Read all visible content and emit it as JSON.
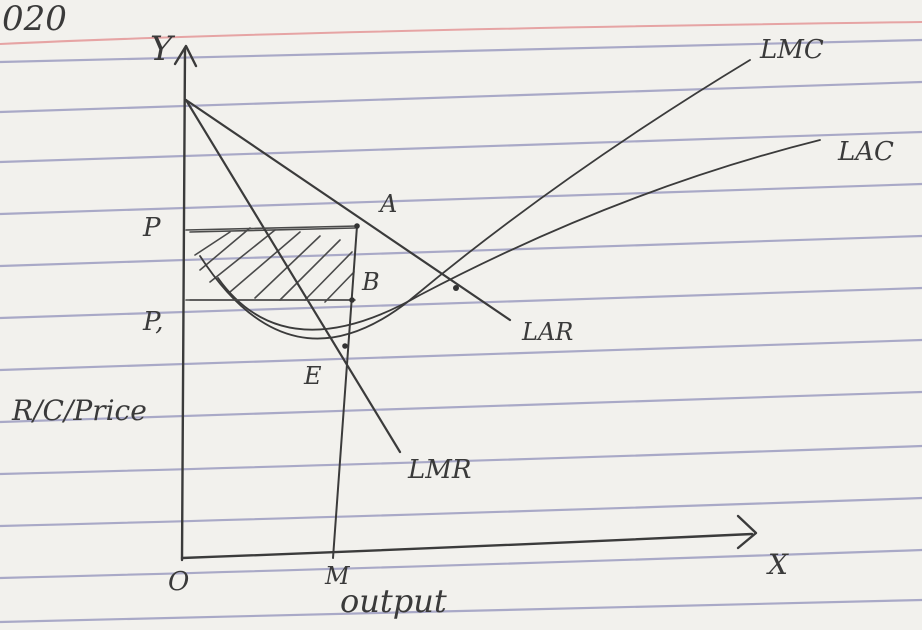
{
  "header": {
    "year_fragment": "020"
  },
  "axes": {
    "y_label": "Y",
    "x_label": "X",
    "origin_label": "O",
    "y_title": "R/C/Price",
    "x_title": "output"
  },
  "points": {
    "p_label": "P",
    "p1_label": "P,",
    "a_label": "A",
    "b_label": "B",
    "e_label": "E",
    "m_label": "M"
  },
  "curves": {
    "lmc_label": "LMC",
    "lac_label": "LAC",
    "lar_label": "LAR",
    "lmr_label": "LMR"
  },
  "colors": {
    "paper": "#f2f1ed",
    "rule": "#a9a9c7",
    "margin": "#e6a4a4",
    "ink": "#3b3b3b"
  }
}
